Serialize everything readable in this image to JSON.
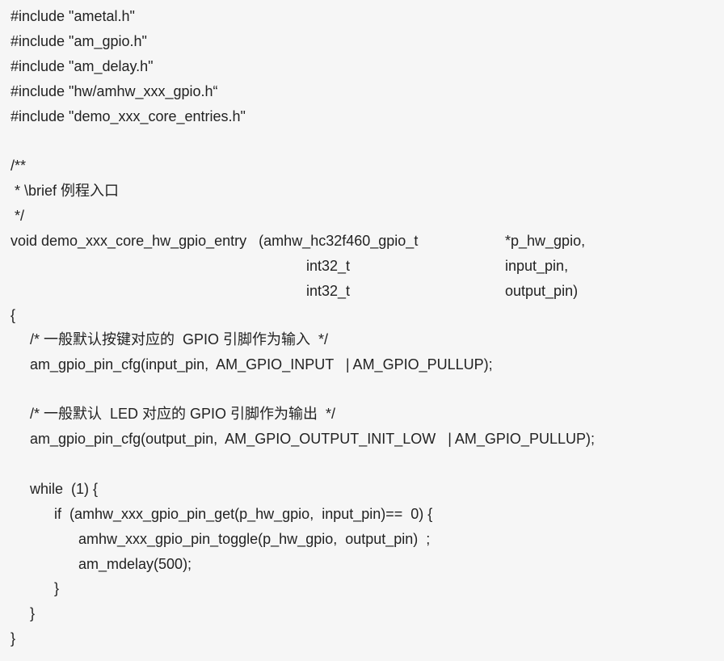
{
  "code": {
    "lines": [
      "#include \"ametal.h\"",
      "#include \"am_gpio.h\"",
      "#include \"am_delay.h\"",
      "#include \"hw/amhw_xxx_gpio.h“",
      "#include \"demo_xxx_core_entries.h\"",
      "/**",
      " * \\brief 例程入口",
      " */",
      "void demo_xxx_core_hw_gpio_entry   (amhw_hc32f460_gpio_t",
      "*p_hw_gpio,",
      "int32_t",
      "input_pin,",
      "int32_t",
      "output_pin)",
      "{",
      "/* 一般默认按键对应的  GPIO 引脚作为输入  */",
      "am_gpio_pin_cfg(input_pin,  AM_GPIO_INPUT   | AM_GPIO_PULLUP);",
      "/* 一般默认  LED 对应的 GPIO 引脚作为输出  */",
      "am_gpio_pin_cfg(output_pin,  AM_GPIO_OUTPUT_INIT_LOW   | AM_GPIO_PULLUP);",
      "while  (1) {",
      "if  (amhw_xxx_gpio_pin_get(p_hw_gpio,  input_pin)==  0) {",
      "amhw_xxx_gpio_pin_toggle(p_hw_gpio,  output_pin)  ;",
      "am_mdelay(500);",
      "}",
      "}",
      "}"
    ]
  }
}
